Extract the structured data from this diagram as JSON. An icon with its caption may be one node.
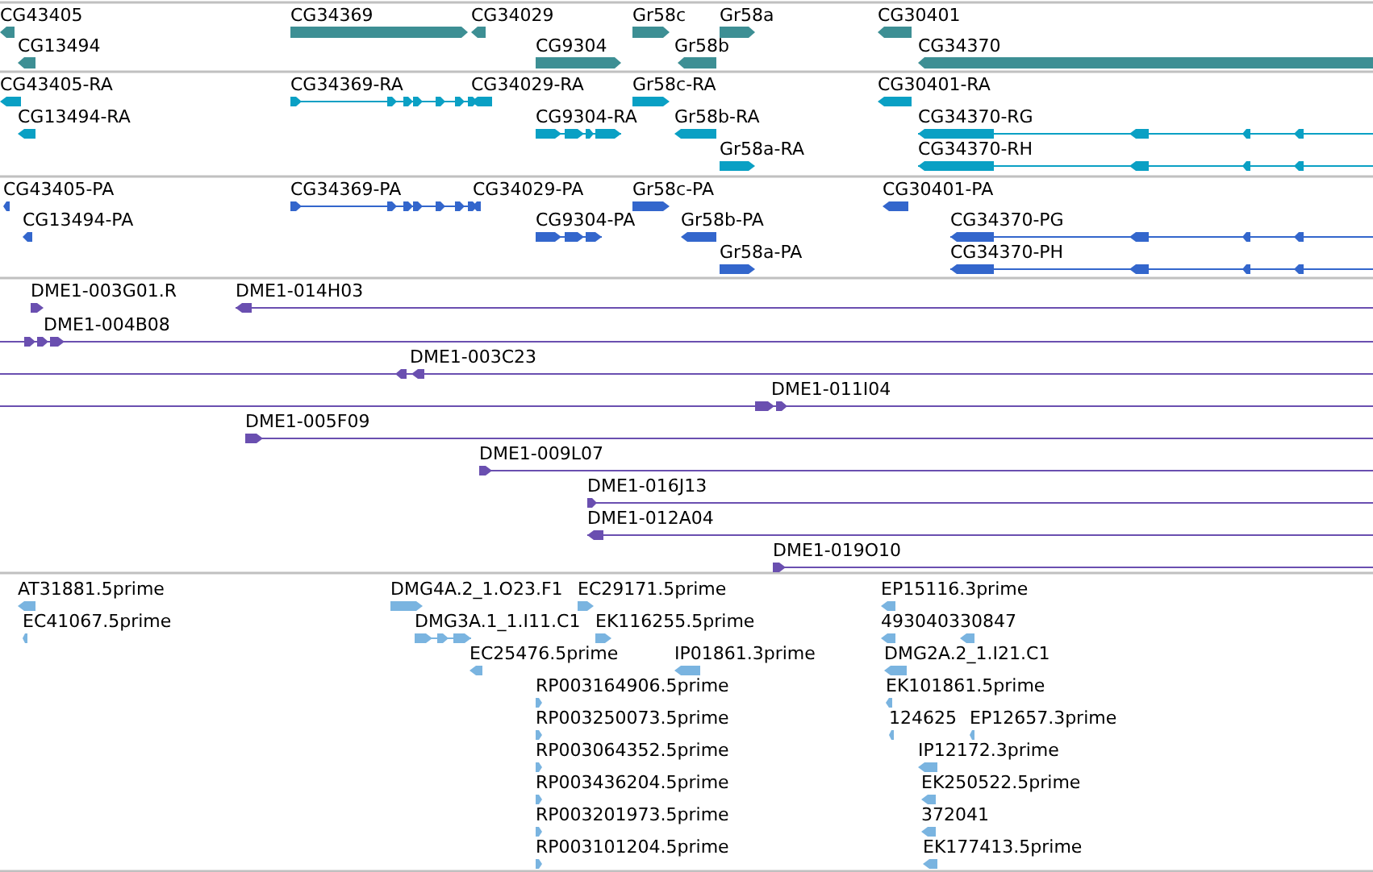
{
  "diagram": {
    "labels": [
      "CG43405",
      "CG34369",
      "CG34029",
      "Gr58c",
      "Gr58a",
      "CG30401",
      "CG13494",
      "CG9304",
      "Gr58b",
      "CG34370",
      "CG43405-RA",
      "CG34369-RA",
      "CG34029-RA",
      "Gr58c-RA",
      "CG30401-RA",
      "CG13494-RA",
      "CG9304-RA",
      "Gr58b-RA",
      "CG34370-RG",
      "Gr58a-RA",
      "CG34370-RH",
      "CG43405-PA",
      "CG34369-PA",
      "CG34029-PA",
      "Gr58c-PA",
      "CG30401-PA",
      "CG13494-PA",
      "CG9304-PA",
      "Gr58b-PA",
      "CG34370-PG",
      "Gr58a-PA",
      "CG34370-PH",
      "DME1-003G01.R",
      "DME1-014H03",
      "DME1-004B08",
      "DME1-003C23",
      "DME1-011I04",
      "DME1-005F09",
      "DME1-009L07",
      "DME1-016J13",
      "DME1-012A04",
      "DME1-019O10",
      "AT31881.5prime",
      "DMG4A.2_1.O23.F1",
      "EC29171.5prime",
      "EP15116.3prime",
      "EC41067.5prime",
      "DMG3A.1_1.I11.C1",
      "EK116255.5prime",
      "493040330847",
      "EC25476.5prime",
      "IP01861.3prime",
      "DMG2A.2_1.I21.C1",
      "RP003164906.5prime",
      "EK101861.5prime",
      "RP003250073.5prime",
      "124625",
      "EP12657.3prime",
      "RP003064352.5prime",
      "IP12172.3prime",
      "RP003436204.5prime",
      "EK250522.5prime",
      "RP003201973.5prime",
      "372041",
      "RP003101204.5prime",
      "EK177413.5prime"
    ]
  }
}
